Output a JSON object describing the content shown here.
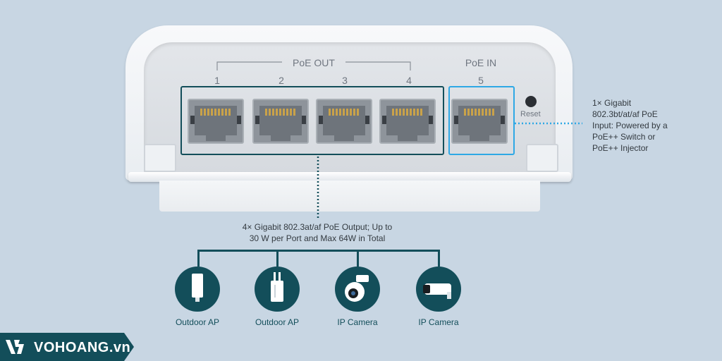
{
  "device": {
    "poe_out_label": "PoE OUT",
    "poe_in_label": "PoE IN",
    "reset_label": "Reset",
    "ports": [
      "1",
      "2",
      "3",
      "4",
      "5"
    ]
  },
  "callouts": {
    "poe_in": [
      "1× Gigabit",
      "802.3bt/at/af PoE",
      "Input: Powered by a",
      "PoE++ Switch or",
      "PoE++ Injector"
    ],
    "poe_out": [
      "4× Gigabit 802.3at/af PoE Output; Up to",
      "30 W per Port and Max 64W in Total"
    ]
  },
  "devices": [
    {
      "label": "Outdoor AP",
      "icon": "outdoor-ap-icon"
    },
    {
      "label": "Outdoor AP",
      "icon": "outdoor-ap-icon"
    },
    {
      "label": "IP Camera",
      "icon": "dome-camera-icon"
    },
    {
      "label": "IP Camera",
      "icon": "bullet-camera-icon"
    }
  ],
  "brand": {
    "name": "VOHOANG.vn"
  },
  "colors": {
    "background": "#c8d6e3",
    "teal": "#134e5a",
    "poe_in_highlight": "#2ea8e5"
  }
}
